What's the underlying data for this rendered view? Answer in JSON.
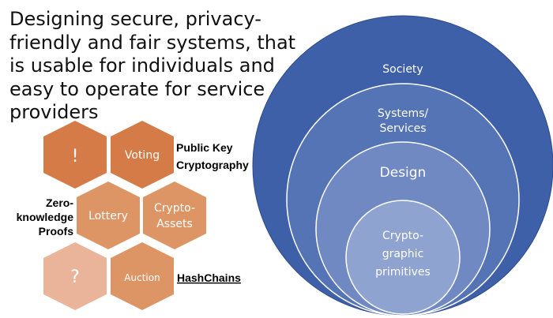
{
  "title": "Designing secure, privacy-friendly and fair systems, that is usable for individuals and easy to operate for service providers",
  "hexagons": [
    {
      "label": "!",
      "color": "#D57B47"
    },
    {
      "label": "Voting",
      "color": "#D57B47"
    },
    {
      "label": "Lottery",
      "color": "#DE9566"
    },
    {
      "label": "Crypto-Assets",
      "color": "#DE9566"
    },
    {
      "label": "?",
      "color": "#E9B49A"
    },
    {
      "label": "Auction",
      "color": "#DE9566"
    }
  ],
  "side_labels": {
    "public_key_1": "Public Key",
    "public_key_2": "Cryptography",
    "zero_1": "Zero-",
    "zero_2": "knowledge",
    "zero_3": "Proofs",
    "hashchains": "HashChains"
  },
  "circles": [
    {
      "label": "Society",
      "color": "#3E60A8"
    },
    {
      "label": "Systems/Services",
      "color": "#5574B5"
    },
    {
      "label": "Design",
      "color": "#7089C3"
    },
    {
      "label": "Crypto-graphic primitives",
      "color": "#8FA3D1"
    }
  ],
  "circle_text": {
    "society": "Society",
    "systems_1": "Systems/",
    "systems_2": "Services",
    "design": "Design",
    "crypto_1": "Crypto-",
    "crypto_2": "graphic",
    "crypto_3": "primitives"
  },
  "hex_text": {
    "h1": "!",
    "h2": "Voting",
    "h3": "Lottery",
    "h4_1": "Crypto-",
    "h4_2": "Assets",
    "h5": "?",
    "h6": "Auction"
  }
}
